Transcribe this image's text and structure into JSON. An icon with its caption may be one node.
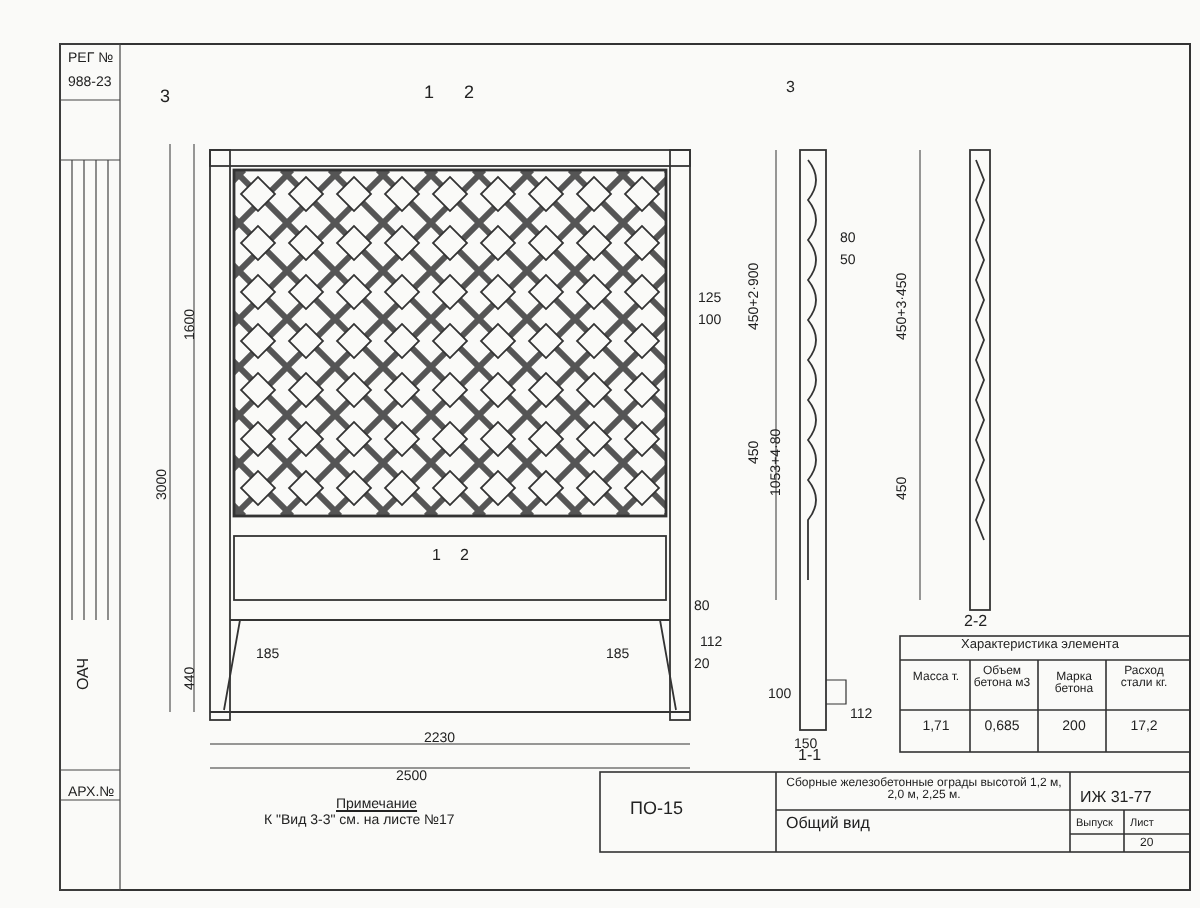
{
  "diagram": {
    "labels": [
      "РЕГ №",
      "988-23",
      "ОАЧ",
      "АРХ.№",
      "3",
      "1",
      "2",
      "3000",
      "1600",
      "440",
      "125",
      "100",
      "80",
      "112",
      "20",
      "185",
      "185",
      "2230",
      "2500",
      "Примечание",
      "К \"Вид 3-3\" см. на листе №17",
      "1",
      "2",
      "3",
      "450+2·900",
      "450",
      "1053+4·80",
      "80",
      "50",
      "100",
      "112",
      "150",
      "1-1",
      "450+3·450",
      "450",
      "2-2",
      "Характеристика элемента",
      "Масса т.",
      "Объем бетона м3",
      "Марка бетона",
      "Расход стали кг.",
      "1,71",
      "0,685",
      "200",
      "17,2",
      "ПО-15",
      "Сборные железобетонные ограды высотой 1,2 м, 2,0 м, 2,25 м.",
      "Общий вид",
      "ИЖ 31-77",
      "Выпуск",
      "Лист",
      "20"
    ]
  }
}
